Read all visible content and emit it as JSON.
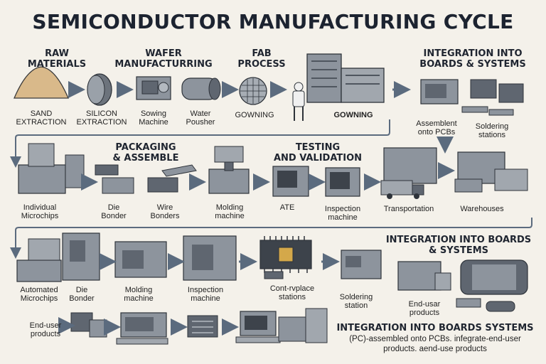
{
  "title": "SEMICONDUCTOR MANUFACTURING CYCLE",
  "colors": {
    "background": "#f4f1ea",
    "machine": "#8d949d",
    "machine_dark": "#5f6670",
    "sand": "#d9b98a",
    "chip": "#d4a84a",
    "arrow": "#5b6b7e"
  },
  "row1": {
    "raw_materials": "RAW MATERIALS",
    "wafer_manufacturing": "WAFER\nMANUFACTURRING",
    "fab_process": "FAB\nPROCESS",
    "integration": "INTEGRATION INTO\nBOARDS & SYSTEMS",
    "items": {
      "sand_extraction": "SAND\nEXTRACTION",
      "silicon_extraction": "SILICON\nEXTRACTION",
      "sowing_machine": "Sowing\nMachine",
      "water_pousher": "Water\nPousher",
      "gowning": "GOWNING",
      "gowning_building": "GOWNING",
      "assemblent": "Assemblent\nonto PCBs",
      "soldering_stations": "Soldering\nstations"
    }
  },
  "row2": {
    "packaging": "PACKAGING\n& ASSEMBLE",
    "testing": "TESTING\nAND VALIDATION",
    "items": {
      "individual_microchips": "Individual\nMicrochips",
      "die_bonder": "Die\nBonder",
      "wire_bonders": "Wire\nBonders",
      "molding_machine": "Molding\nmachine",
      "ate": "ATE",
      "inspection_machine": "Inspection\nmachine",
      "transportation": "Transportation",
      "warehouses": "Warehouses"
    }
  },
  "row3": {
    "integration": "INTEGRATION INTO BOARDS\n& SYSTEMS",
    "items": {
      "automated_microchips": "Automated\nMicrochips",
      "die_bonder": "Die\nBonder",
      "molding_machine": "Molding\nmachine",
      "inspection_machine": "Inspection\nmachine",
      "cont_rvplace": "Cont-rvplace\nstations",
      "soldering_station": "Soldering\nstation",
      "end_usar_products": "End-usar\nproducts"
    }
  },
  "row4": {
    "end_user_products": "End-user\nproducts",
    "integration_heading": "INTEGRATION INTO BOARDS SYSTEMS",
    "description": "(PC)-assembled onto PCBs. infegrate-end-user\nproducts. aend-use products"
  }
}
